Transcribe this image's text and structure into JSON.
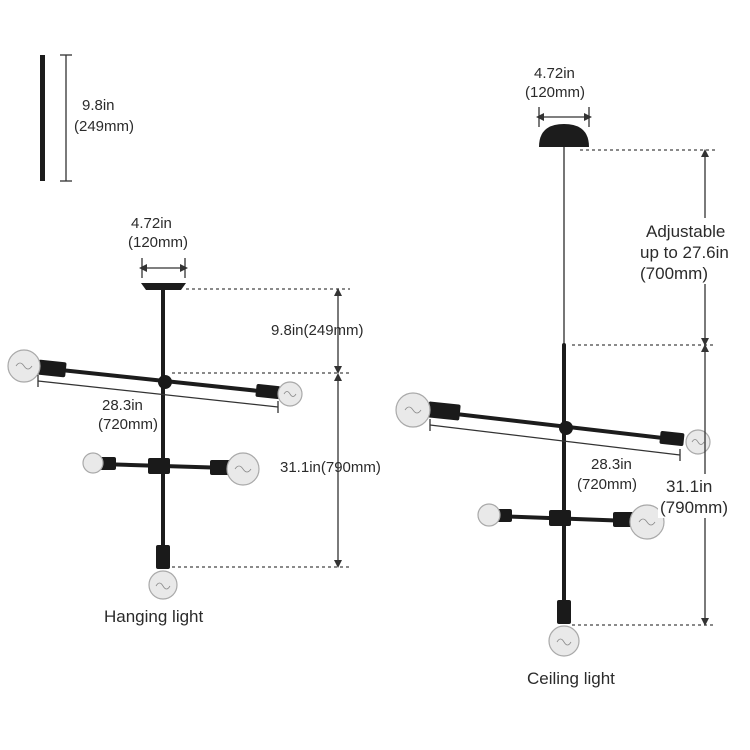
{
  "rod_piece": {
    "dimension": "9.8in",
    "metric": "(249mm)"
  },
  "hanging_light": {
    "canopy_width": "4.72in",
    "canopy_width_metric": "(120mm)",
    "rod_length": "9.8in(249mm)",
    "arm_span": "28.3in",
    "arm_span_metric": "(720mm)",
    "body_height": "31.1in(790mm)",
    "caption": "Hanging light"
  },
  "ceiling_light": {
    "canopy_width": "4.72in",
    "canopy_width_metric": "(120mm)",
    "cord_line1": "Adjustable",
    "cord_line2": "up to 27.6in",
    "cord_line3": "(700mm)",
    "arm_span": "28.3in",
    "arm_span_metric": "(720mm)",
    "body_height": "31.1in",
    "body_height_metric": "(790mm)",
    "caption": "Ceiling light"
  },
  "colors": {
    "metal": "#1c1c1c",
    "bulb_glass": "#e9e9e9",
    "text": "#2b2b2b"
  }
}
